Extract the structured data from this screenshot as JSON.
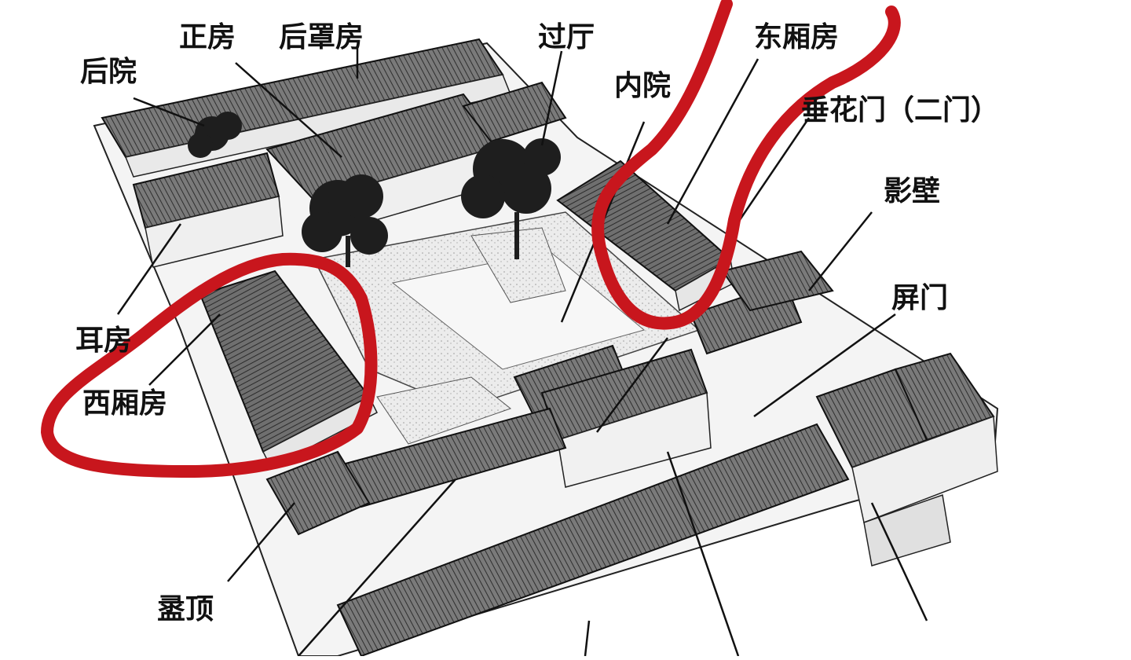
{
  "labels": {
    "zhengfang": "正房",
    "houzhaofang": "后罩房",
    "guoting": "过厅",
    "houyuan": "后院",
    "dongxiangfang": "东厢房",
    "neiyuan": "内院",
    "chuihuamen": "垂花门（二门）",
    "yingbi": "影壁",
    "pingmen": "屏门",
    "erfang": "耳房",
    "xixiangfang": "西厢房",
    "luding": "盝顶"
  },
  "colors": {
    "ink": "#111111",
    "roof": "#6a6a6a",
    "roof_dark": "#3d3d3d",
    "wall": "#f2f2f2",
    "ground": "#e4e4e4",
    "tree": "#1e1e1e",
    "highlight": "#c8161d"
  }
}
